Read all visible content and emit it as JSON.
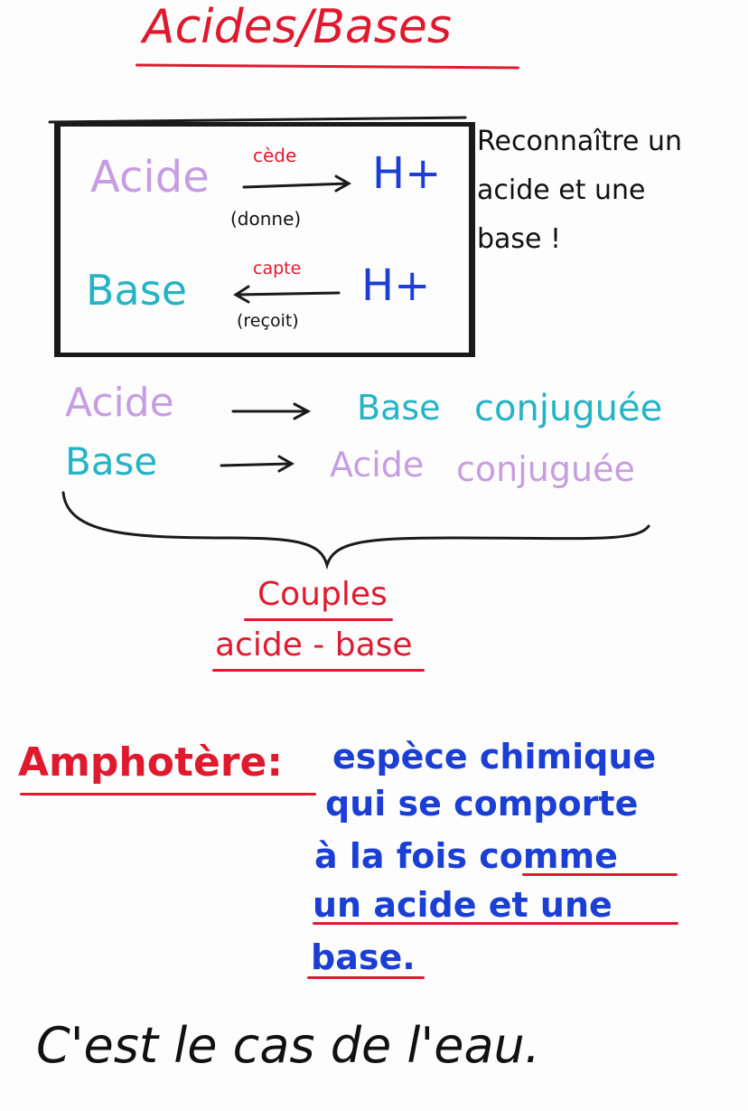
{
  "title": "Acides/Bases",
  "box": {
    "acid": "Acide",
    "base": "Base",
    "gives_top": "cède",
    "gives_bottom": "(donne)",
    "takes_top": "capte",
    "takes_bottom": "(reçoit)",
    "proton1": "H+",
    "proton2": "H+"
  },
  "note": [
    "Reconnaître un",
    "acide et une",
    "base !"
  ],
  "conjugates": {
    "row1_left": "Acide",
    "row1_right_a": "Base",
    "row1_right_b": "conjuguée",
    "row2_left": "Base",
    "row2_right_a": "Acide",
    "row2_right_b": "conjuguée"
  },
  "couples": [
    "Couples",
    "acide - base"
  ],
  "amphotere": {
    "term": "Amphotère:",
    "definition": [
      "espèce chimique",
      "qui se comporte",
      "à la fois comme",
      "un acide et une",
      "base."
    ]
  },
  "footer": "C'est le cas de l'eau.",
  "colors": {
    "red": "#e01a2e",
    "purple": "#c79de2",
    "teal": "#25b3c6",
    "blue": "#1b3fd4",
    "black": "#111111"
  }
}
